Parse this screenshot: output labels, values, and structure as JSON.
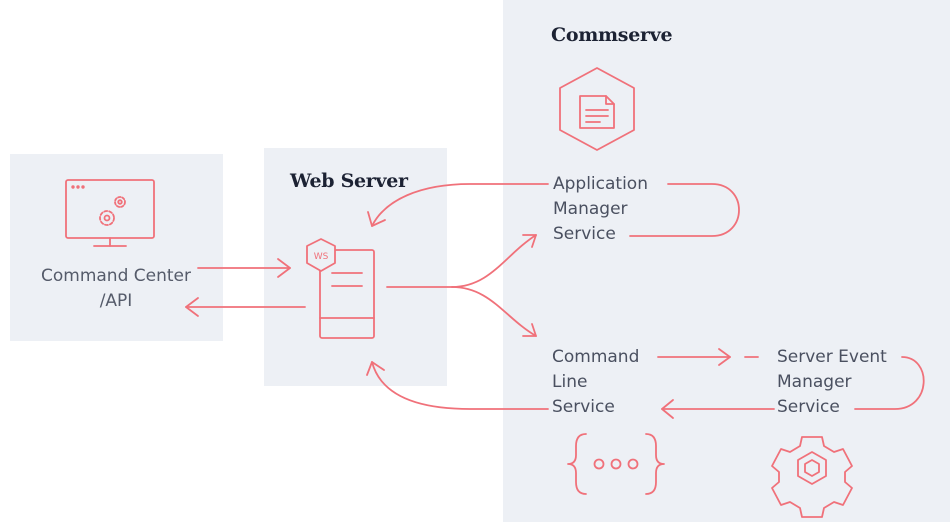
{
  "panels": {
    "command_center": {
      "title_lines": [
        "Command Center",
        "/API"
      ]
    },
    "web_server": {
      "title": "Web Server",
      "badge": "WS"
    },
    "commserve": {
      "title": "Commserve"
    }
  },
  "services": {
    "app_manager": {
      "lines": [
        "Application",
        "Manager",
        "Service"
      ]
    },
    "command_line": {
      "lines": [
        "Command",
        "Line",
        "Service"
      ]
    },
    "event_manager": {
      "lines": [
        "Server Event",
        "Manager",
        "Service"
      ]
    }
  },
  "colors": {
    "accent": "#f0717a",
    "panel_bg": "#edf0f5",
    "title_text": "#1c2233",
    "label_text": "#4a5060"
  },
  "icons": [
    "monitor-gears-icon",
    "web-server-icon",
    "document-hexagon-icon",
    "code-braces-icon",
    "gear-hexagon-icon"
  ]
}
